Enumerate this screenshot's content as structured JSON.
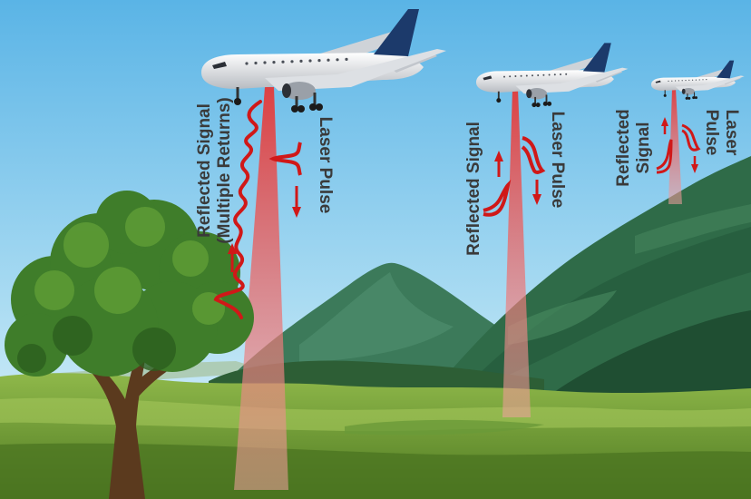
{
  "labels": {
    "plane1_reflected_line1": "Reflected Signal",
    "plane1_reflected_line2": "(Multiple Returns)",
    "plane1_laser": "Laser Pulse",
    "plane2_reflected": "Reflected Signal",
    "plane2_laser": "Laser Pulse",
    "plane3_reflected_line1": "Reflected",
    "plane3_reflected_line2": "Signal",
    "plane3_laser_line1": "Laser",
    "plane3_laser_line2": "Pulse"
  },
  "colors": {
    "sky_top": "#6bbde8",
    "sky_bottom": "#d8f0f8",
    "signal_red": "#d01818",
    "beam_red": "#e23a3a",
    "grass": "#6f9a2e",
    "mountain": "#2e6b4a",
    "tree_canopy": "#3f7d2a",
    "trunk": "#5b3a1e"
  },
  "icons": [
    "airplane-icon",
    "tree-illustration",
    "mountain-illustration"
  ]
}
